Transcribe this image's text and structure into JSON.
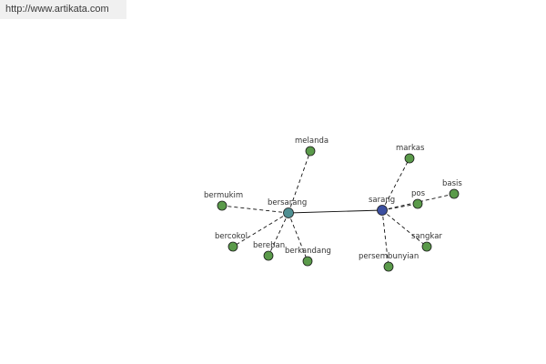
{
  "banner": {
    "url": "http://www.artikata.com"
  },
  "colors": {
    "hub_primary": "#4f8f92",
    "hub_secondary": "#3b4fa0",
    "leaf": "#5a9a4a",
    "edge": "#111111"
  },
  "graph": {
    "nodes": [
      {
        "id": "bersarang",
        "label": "bersarang",
        "kind": "hub_primary"
      },
      {
        "id": "sarang",
        "label": "sarang",
        "kind": "hub_secondary"
      },
      {
        "id": "melanda",
        "label": "melanda",
        "kind": "leaf"
      },
      {
        "id": "bermukim",
        "label": "bermukim",
        "kind": "leaf"
      },
      {
        "id": "bercokol",
        "label": "bercokol",
        "kind": "leaf"
      },
      {
        "id": "bereban",
        "label": "bereban",
        "kind": "leaf"
      },
      {
        "id": "berkandang",
        "label": "berkandang",
        "kind": "leaf"
      },
      {
        "id": "markas",
        "label": "markas",
        "kind": "leaf"
      },
      {
        "id": "pos",
        "label": "pos",
        "kind": "leaf"
      },
      {
        "id": "basis",
        "label": "basis",
        "kind": "leaf"
      },
      {
        "id": "sangkar",
        "label": "sangkar",
        "kind": "leaf"
      },
      {
        "id": "persembunyian",
        "label": "persembunyian",
        "kind": "leaf"
      }
    ],
    "edges": [
      {
        "from": "bersarang",
        "to": "sarang",
        "style": "solid"
      },
      {
        "from": "bersarang",
        "to": "melanda",
        "style": "dashed"
      },
      {
        "from": "bersarang",
        "to": "bermukim",
        "style": "dashed"
      },
      {
        "from": "bersarang",
        "to": "bercokol",
        "style": "dashed"
      },
      {
        "from": "bersarang",
        "to": "bereban",
        "style": "dashed"
      },
      {
        "from": "bersarang",
        "to": "berkandang",
        "style": "dashed"
      },
      {
        "from": "sarang",
        "to": "markas",
        "style": "dashed"
      },
      {
        "from": "sarang",
        "to": "pos",
        "style": "dashed"
      },
      {
        "from": "sarang",
        "to": "basis",
        "style": "dashed"
      },
      {
        "from": "sarang",
        "to": "sangkar",
        "style": "dashed"
      },
      {
        "from": "sarang",
        "to": "persembunyian",
        "style": "dashed"
      }
    ]
  }
}
